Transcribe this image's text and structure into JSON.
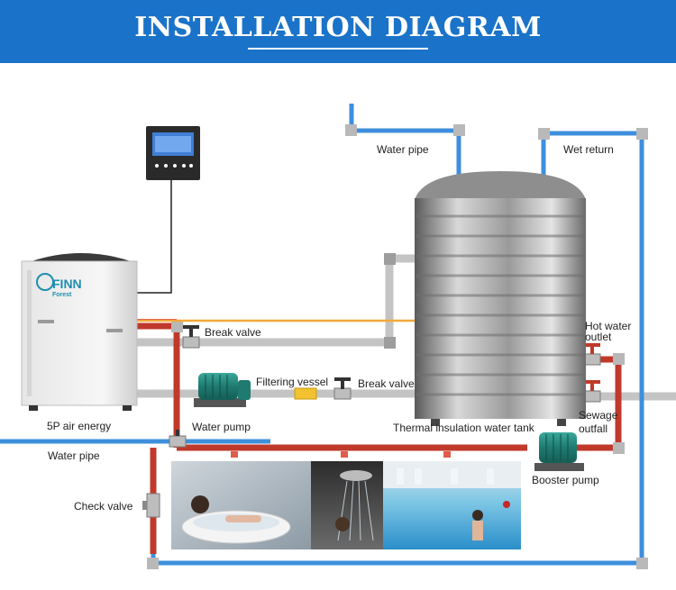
{
  "header": {
    "title": "INSTALLATION DIAGRAM"
  },
  "unit": {
    "brand_line1": "FINN",
    "brand_line2": "Forest",
    "caption": "5P air energy"
  },
  "labels": {
    "water_pipe_top": "Water pipe",
    "wet_return": "Wet return",
    "break_valve_1": "Break valve",
    "filtering_vessel": "Filtering vessel",
    "break_valve_2": "Break valve",
    "hot_water_outlet_1": "Hot water",
    "hot_water_outlet_2": "outlet",
    "sewage_outfall_1": "Sewage",
    "sewage_outfall_2": "outfall",
    "water_pump": "Water pump",
    "thermal_tank": "Thermal insulation water tank",
    "water_pipe_left": "Water pipe",
    "booster_pump": "Booster pump",
    "check_valve": "Check valve"
  },
  "colors": {
    "banner": "#1a73c9",
    "cold_pipe": "#3d8fdc",
    "hot_pipe": "#c0392b",
    "grey_pipe": "#c8c8c8"
  }
}
